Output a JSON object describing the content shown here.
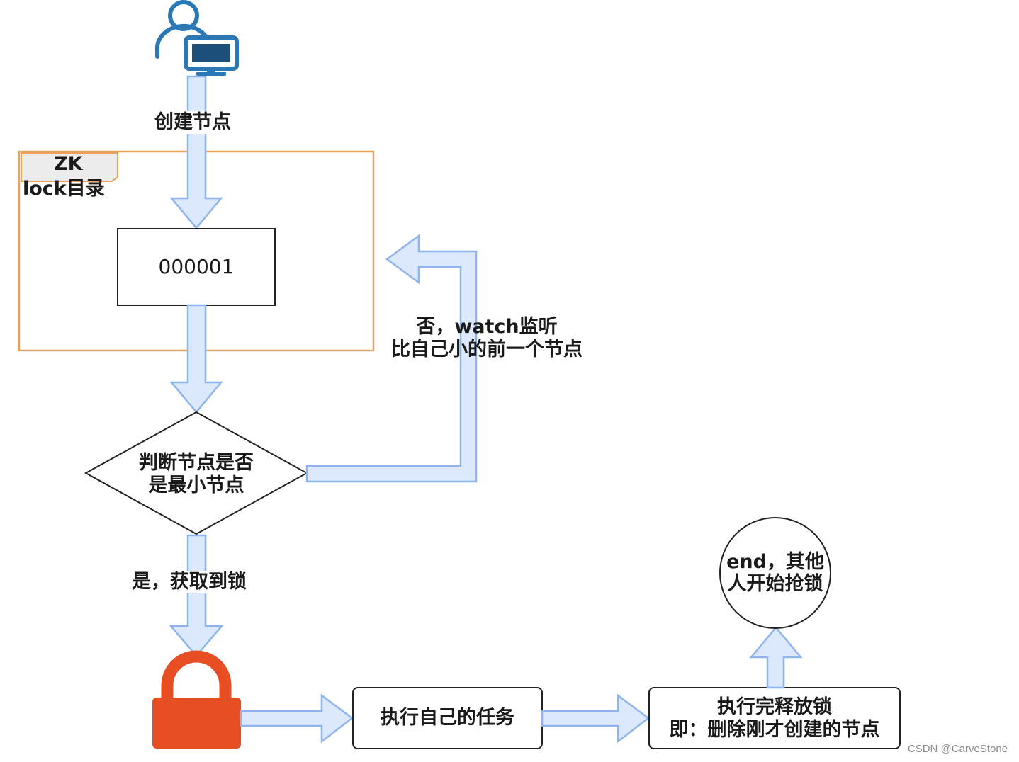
{
  "diagram": {
    "labels": {
      "create_node": "创建节点",
      "zk_title": "ZK",
      "zk_subtitle": "lock目录",
      "node_id": "000001",
      "decision_line1": "判断节点是否",
      "decision_line2": "是最小节点",
      "no_line1": "否，watch监听",
      "no_line2": "比自己小的前一个节点",
      "yes_label": "是，获取到锁",
      "task": "执行自己的任务",
      "release_line1": "执行完释放锁",
      "release_line2": "即：删除刚才创建的节点",
      "end_line1": "end，其他",
      "end_line2": "人开始抢锁"
    },
    "icons": {
      "user": "user-computer-icon",
      "lock": "padlock-icon"
    },
    "colors": {
      "arrow_fill": "#dce8fb",
      "arrow_stroke": "#8eb4ee",
      "zk_frame": "#e8a25a",
      "user_icon": "#2b78b6",
      "lock_icon": "#e84e23",
      "shape_stroke": "#222222"
    }
  },
  "watermark": "CSDN @CarveStone"
}
